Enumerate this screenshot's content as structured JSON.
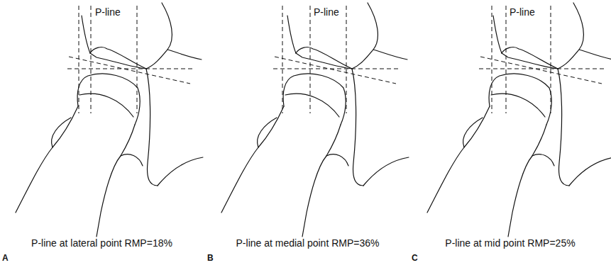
{
  "diagram": {
    "labels": [
      "P-line",
      "P-line at lateral point RMP=18%",
      "A",
      "P-line",
      "P-line at medial point RMP=36%",
      "B",
      "P-line",
      "P-line at mid point RMP=25%",
      "C"
    ]
  }
}
